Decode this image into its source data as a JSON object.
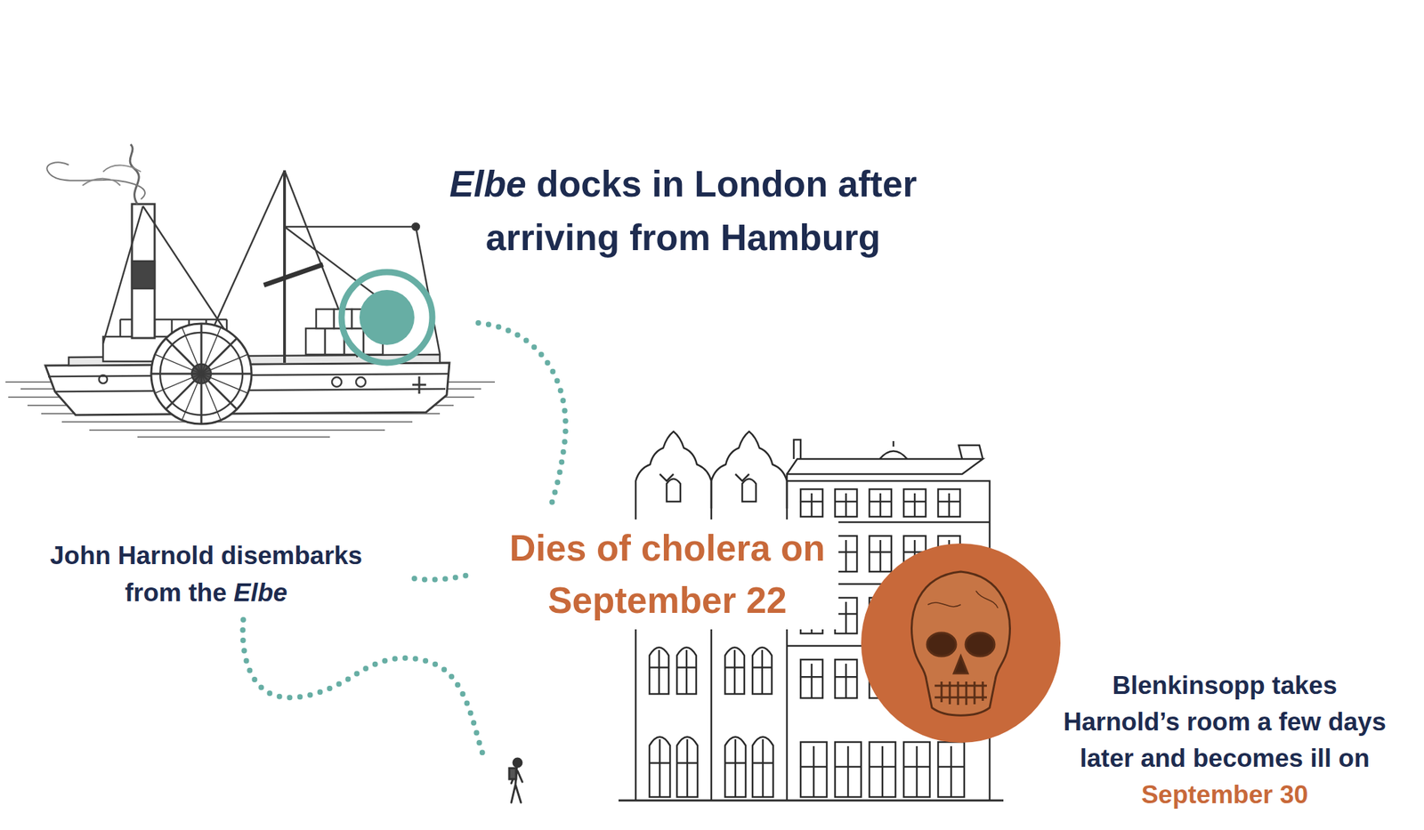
{
  "diagram": {
    "labels": [
      "Elbe",
      "docks in London after arriving from Hamburg",
      "John Harnold disembarks from the",
      "Elbe",
      "Dies of cholera on September 22",
      "Blenkinsopp takes Harnold’s room a few days later and becomes ill on",
      "September 30"
    ]
  }
}
